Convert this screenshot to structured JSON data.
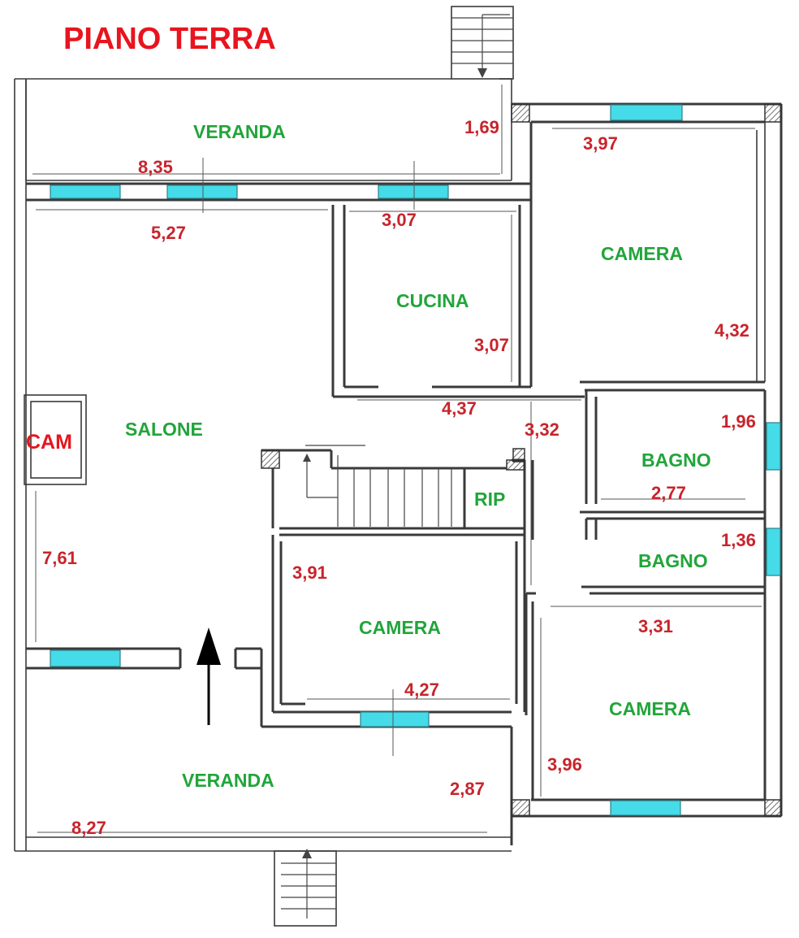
{
  "title": "PIANO TERRA",
  "rooms": {
    "veranda_top": "VERANDA",
    "cucina": "CUCINA",
    "camera_top": "CAMERA",
    "salone": "SALONE",
    "bagno_1": "BAGNO",
    "bagno_2": "BAGNO",
    "rip": "RIP",
    "camera_mid": "CAMERA",
    "camera_right": "CAMERA",
    "veranda_bottom": "VERANDA",
    "cam": "CAM"
  },
  "dimensions": {
    "veranda_top_width": "8,35",
    "veranda_top_depth": "1,69",
    "camera_top_width": "3,97",
    "salone_width": "5,27",
    "cucina_width": "3,07",
    "cucina_depth": "3,07",
    "camera_top_depth": "4,32",
    "corridor_width": "4,37",
    "corridor_depth": "3,32",
    "bagno_1_depth": "1,96",
    "bagno_1_width": "2,77",
    "bagno_2_depth": "1,36",
    "salone_depth": "7,61",
    "camera_mid_depth": "3,91",
    "camera_right_width": "3,31",
    "camera_mid_width": "4,27",
    "camera_right_depth": "3,96",
    "veranda_bottom_depth": "2,87",
    "veranda_bottom_width": "8,27"
  },
  "colors": {
    "title": "#e8141e",
    "room_label": "#21a53a",
    "dimension": "#c8242c",
    "window": "#45dbe8"
  },
  "icons": [
    "entrance-arrow-icon",
    "stair-up-arrow-icon",
    "stair-down-arrow-icon"
  ]
}
